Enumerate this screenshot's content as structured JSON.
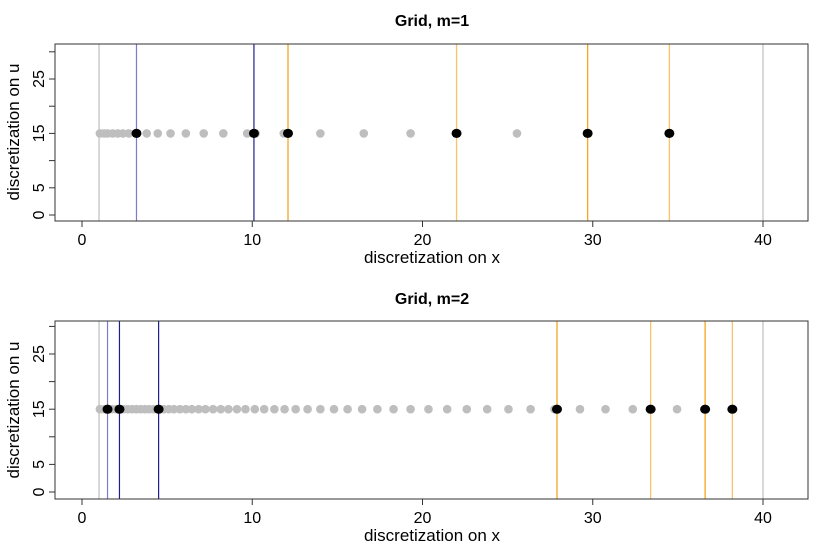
{
  "chart_data": [
    {
      "type": "scatter",
      "title": "Grid, m=1",
      "xlabel": "discretization on x",
      "ylabel": "discretization on u",
      "xlim": [
        -1.6,
        42.6
      ],
      "ylim": [
        -1,
        31
      ],
      "xticks": [
        0,
        10,
        20,
        30,
        40
      ],
      "yticks": [
        0,
        5,
        10,
        15,
        20,
        25,
        30
      ],
      "ytick_labels": [
        "0",
        "5",
        "",
        "15",
        "",
        "25",
        ""
      ],
      "grid": false,
      "gray_vlines": [
        1,
        40
      ],
      "blue_vlines": [
        3.2,
        10.1
      ],
      "orange_vlines": [
        12.1,
        22.0,
        29.7,
        34.5
      ],
      "gray_points_x": [
        1.05,
        1.3,
        1.5,
        1.8,
        2.1,
        2.4,
        2.75,
        3.2,
        3.8,
        4.45,
        5.2,
        6.1,
        7.15,
        8.3,
        9.7,
        10.2,
        11.85,
        14.0,
        16.55,
        19.3,
        22.0,
        25.55,
        29.7,
        34.5
      ],
      "black_points_x": [
        3.2,
        10.1,
        12.1,
        22.0,
        29.7,
        34.5
      ],
      "points_y": 15,
      "colors": {
        "gray": "#bebebe",
        "blue": "#1f1f8f",
        "blue_light": "#7b7bd0",
        "orange": "#f5a623",
        "orange_light": "#f8c36a",
        "black": "#000000"
      }
    },
    {
      "type": "scatter",
      "title": "Grid, m=2",
      "xlabel": "discretization on x",
      "ylabel": "discretization on u",
      "xlim": [
        -1.6,
        42.6
      ],
      "ylim": [
        -1,
        31
      ],
      "xticks": [
        0,
        10,
        20,
        30,
        40
      ],
      "yticks": [
        0,
        5,
        10,
        15,
        20,
        25,
        30
      ],
      "ytick_labels": [
        "0",
        "5",
        "",
        "15",
        "",
        "25",
        ""
      ],
      "grid": false,
      "gray_vlines": [
        1,
        40
      ],
      "blue_vlines": [
        1.5,
        2.2,
        4.5
      ],
      "orange_vlines": [
        27.9,
        33.4,
        36.6,
        38.2
      ],
      "gray_points_x": [
        1.05,
        1.3,
        1.5,
        1.75,
        2.0,
        2.2,
        2.45,
        2.7,
        2.95,
        3.2,
        3.45,
        3.7,
        3.95,
        4.2,
        4.5,
        4.8,
        5.1,
        5.4,
        5.75,
        6.1,
        6.45,
        6.85,
        7.25,
        7.7,
        8.15,
        8.6,
        9.1,
        9.6,
        10.15,
        10.7,
        11.3,
        11.9,
        12.55,
        13.25,
        14.0,
        14.8,
        15.6,
        16.45,
        17.35,
        18.3,
        19.3,
        20.35,
        21.45,
        22.6,
        23.8,
        25.05,
        26.35,
        27.75,
        27.9,
        29.25,
        30.75,
        32.35,
        33.4,
        34.95,
        36.6,
        38.2
      ],
      "black_points_x": [
        1.5,
        2.2,
        4.5,
        27.9,
        33.4,
        36.6,
        38.2
      ],
      "points_y": 15,
      "colors": {
        "gray": "#bebebe",
        "blue": "#1f1f8f",
        "blue_light": "#7b7bd0",
        "orange": "#f5a623",
        "orange_light": "#f8c36a",
        "black": "#000000"
      }
    }
  ],
  "panels": [
    {
      "title": "Grid, m=1",
      "xlabel": "discretization on x",
      "ylabel": "discretization on u"
    },
    {
      "title": "Grid, m=2",
      "xlabel": "discretization on x",
      "ylabel": "discretization on u"
    }
  ]
}
